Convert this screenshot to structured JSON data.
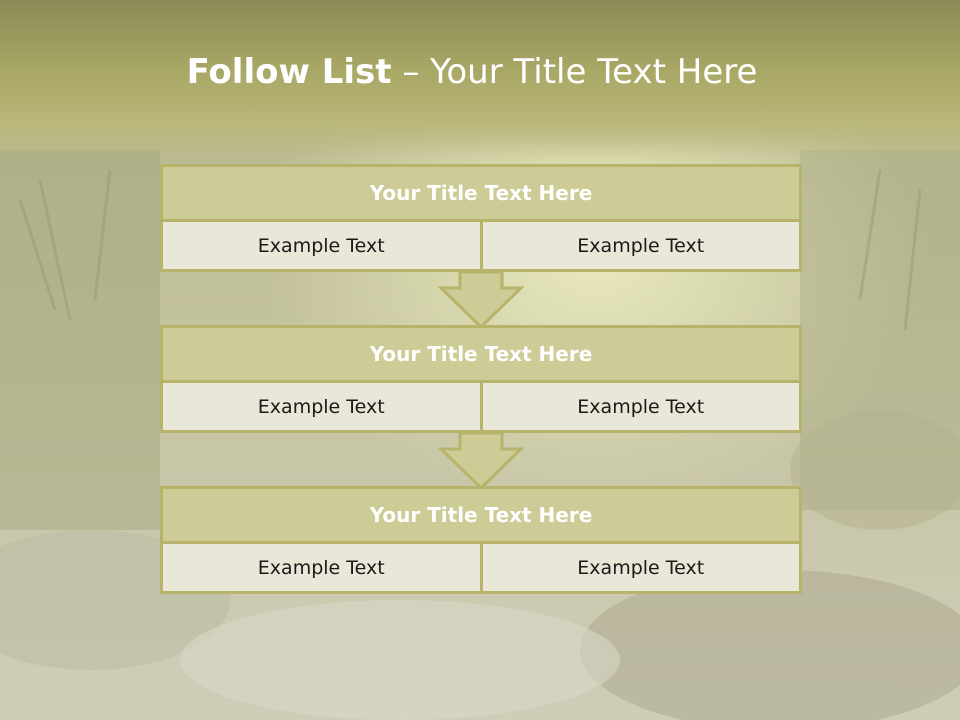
{
  "slide": {
    "title_bold": "Follow List",
    "title_rest": " – Your Title Text Here"
  },
  "blocks": [
    {
      "title": "Your Title Text Here",
      "cells": [
        "Example Text",
        "Example Text"
      ]
    },
    {
      "title": "Your Title Text Here",
      "cells": [
        "Example Text",
        "Example Text"
      ]
    },
    {
      "title": "Your Title Text Here",
      "cells": [
        "Example Text",
        "Example Text"
      ]
    }
  ],
  "colors": {
    "header_band": "#a9a866",
    "box_fill": "#cdcb96",
    "box_border": "#b7b36a",
    "cell_fill": "#e9e8d8",
    "title_text": "#ffffff",
    "cell_text": "#1a1a1a"
  },
  "background": {
    "icon": "forest-stream-photo"
  }
}
